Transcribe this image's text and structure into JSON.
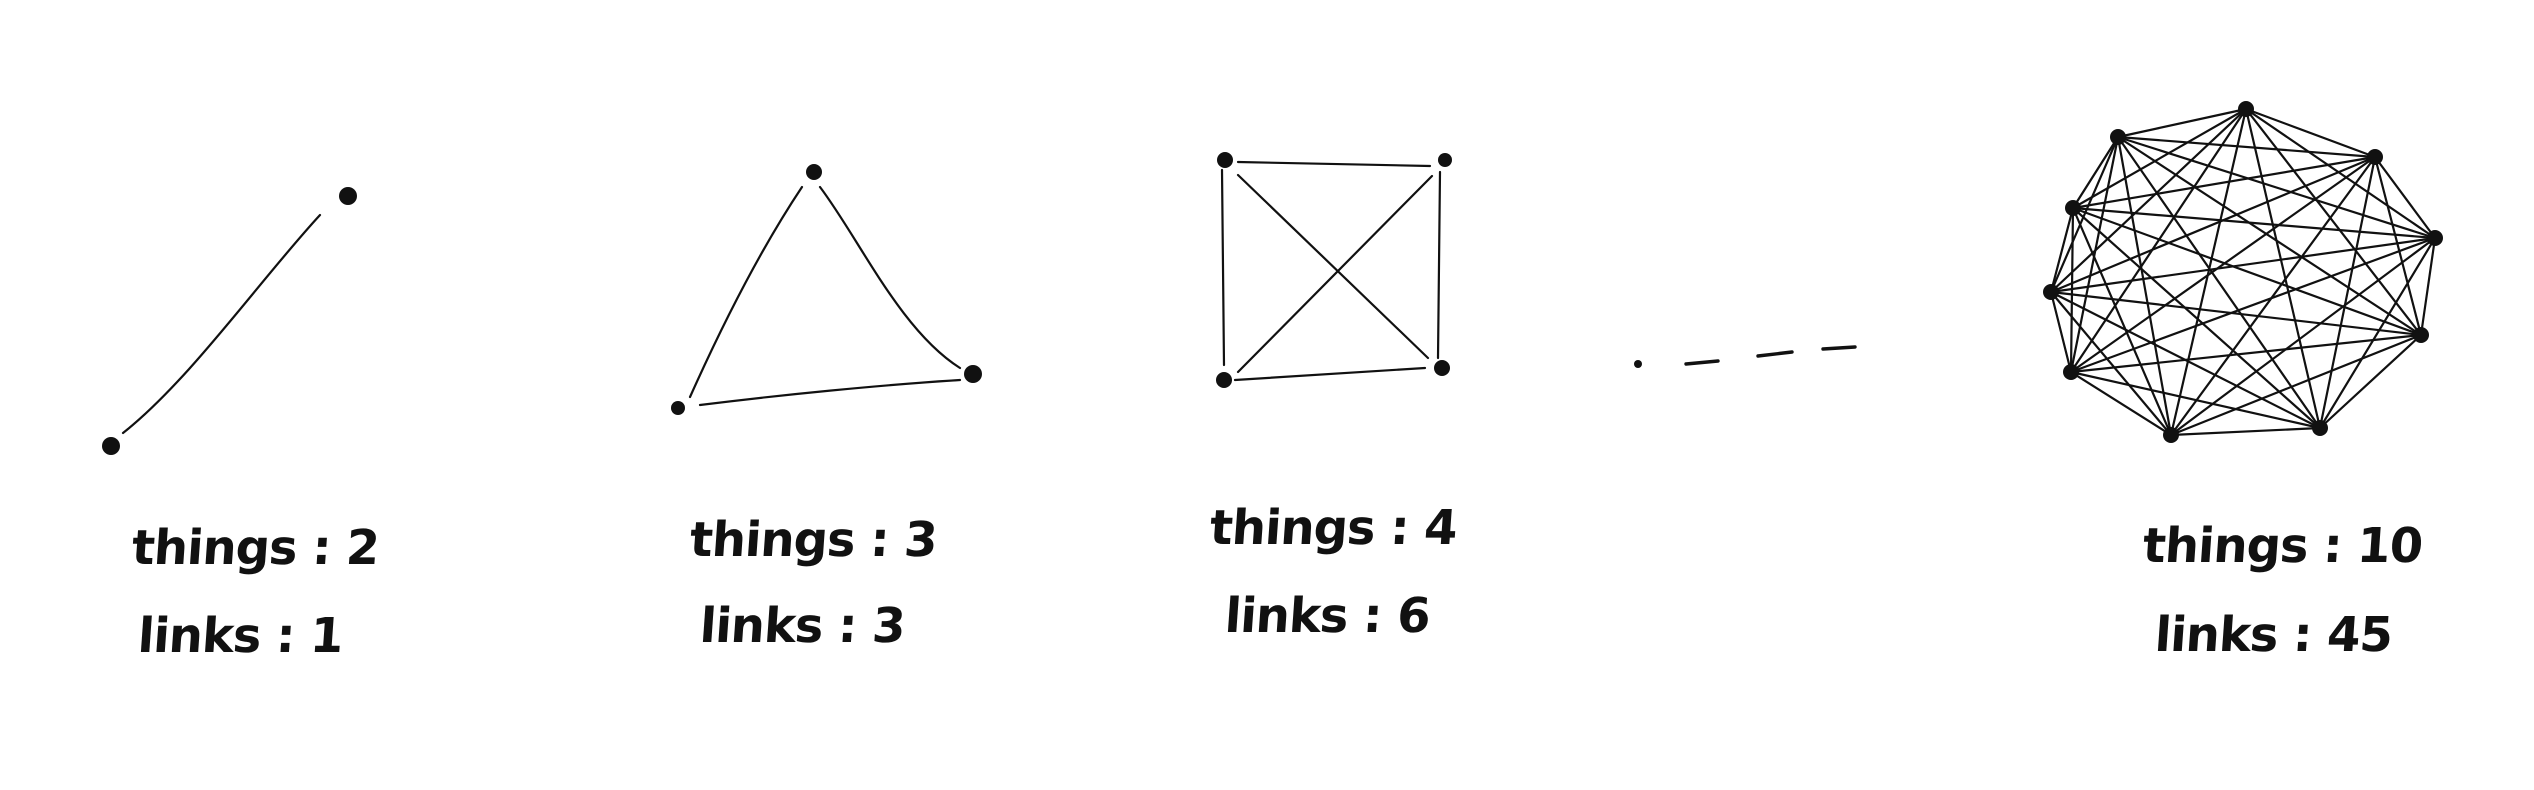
{
  "diagrams": [
    {
      "id": "two",
      "things_label": "things : 2",
      "links_label": "links : 1"
    },
    {
      "id": "three",
      "things_label": "things : 3",
      "links_label": "links : 3"
    },
    {
      "id": "four",
      "things_label": "things : 4",
      "links_label": "links : 6"
    },
    {
      "id": "ten",
      "things_label": "things : 10",
      "links_label": "links : 45"
    }
  ],
  "colors": {
    "ink": "#111111",
    "background": "#ffffff"
  }
}
